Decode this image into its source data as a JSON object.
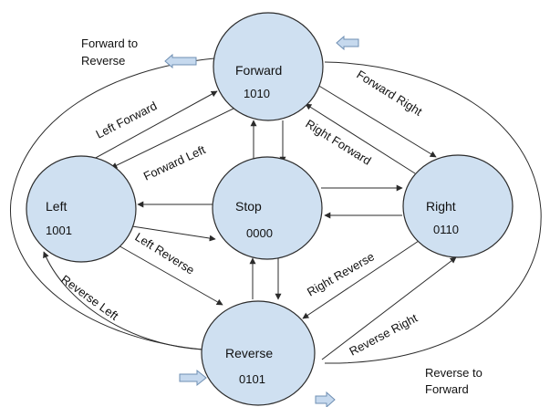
{
  "diagram": {
    "states": {
      "forward": {
        "name": "Forward",
        "code": "1010"
      },
      "left": {
        "name": "Left",
        "code": "1001"
      },
      "stop": {
        "name": "Stop",
        "code": "0000"
      },
      "right": {
        "name": "Right",
        "code": "0110"
      },
      "reverse": {
        "name": "Reverse",
        "code": "0101"
      }
    },
    "edge_labels": {
      "left_forward": "Left Forward",
      "forward_left": "Forward Left",
      "forward_right": "Forward Right",
      "right_forward": "Right Forward",
      "left_reverse": "Left Reverse",
      "reverse_left": "Reverse Left",
      "right_reverse": "Right Reverse",
      "reverse_right": "Reverse Right"
    },
    "outer_labels": {
      "forward_to_reverse_line1": "Forward to",
      "forward_to_reverse_line2": "Reverse",
      "reverse_to_forward_line1": "Reverse to",
      "reverse_to_forward_line2": "Forward"
    },
    "colors": {
      "node_fill": "#cfe0f1",
      "line": "#2b2b2b",
      "block_arrow": "#c6d9ee"
    }
  }
}
